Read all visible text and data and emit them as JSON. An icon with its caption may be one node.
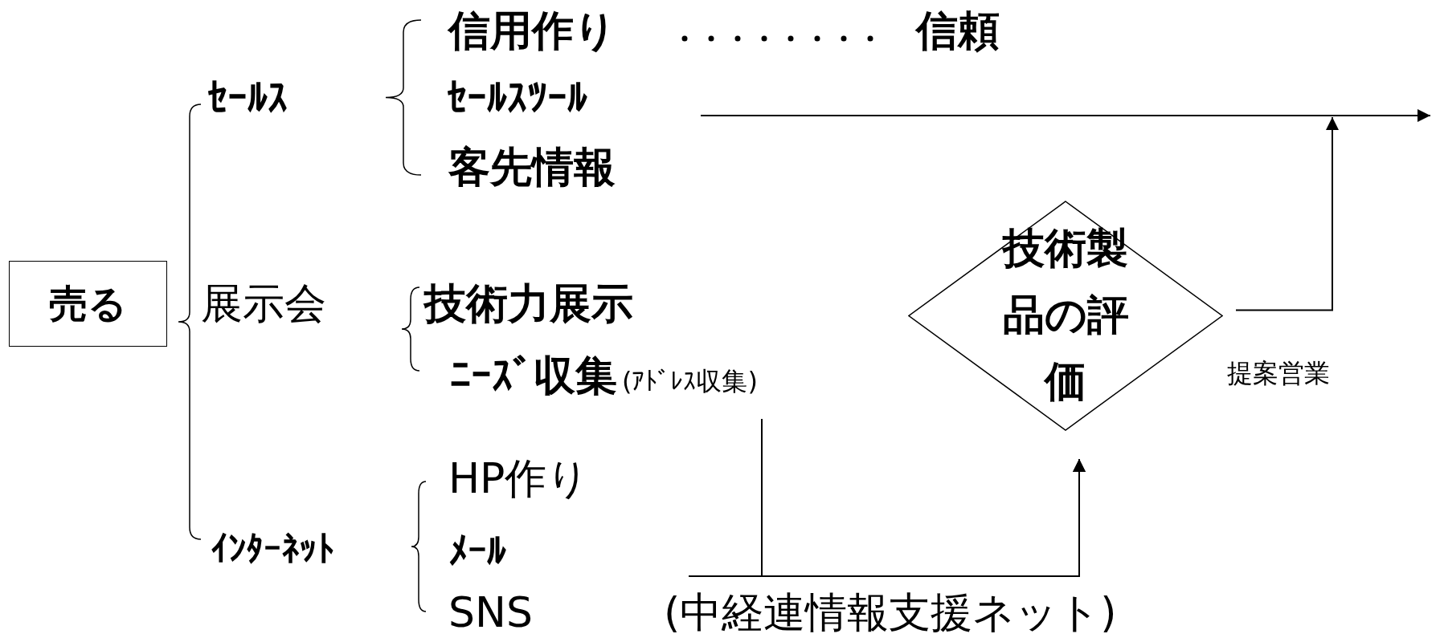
{
  "diagram": {
    "nodes": [
      {
        "text": [
          "売る"
        ]
      },
      {
        "text": [
          "ｾｰﾙｽ"
        ]
      },
      {
        "text": [
          "信用作り"
        ]
      },
      {
        "text": [
          "信頼"
        ]
      },
      {
        "text": [
          "ｾｰﾙｽﾂｰﾙ"
        ]
      },
      {
        "text": [
          "客先情報"
        ]
      },
      {
        "text": [
          "展示会"
        ]
      },
      {
        "text": [
          "技術力展示"
        ]
      },
      {
        "text": [
          "ﾆｰｽﾞ収集"
        ],
        "beside": [
          "(ｱﾄﾞﾚｽ収集)"
        ]
      },
      {
        "text": [
          "ｲﾝﾀｰﾈｯﾄ"
        ]
      },
      {
        "text": [
          "HP作り"
        ]
      },
      {
        "text": [
          "ﾒｰﾙ"
        ]
      },
      {
        "text": [
          "SNS"
        ]
      },
      {
        "text": [
          "(中経連情報支援ネット)"
        ]
      },
      {
        "text": [
          "技術製品の評価"
        ]
      }
    ],
    "edges": [
      {
        "from": 2,
        "to": 3,
        "arrow": "none",
        "style": "dashed"
      },
      {
        "from": 4,
        "to": null,
        "arrow": "to"
      },
      {
        "from": 8,
        "to": 14,
        "arrow": "to"
      },
      {
        "from": 13,
        "to": 14,
        "arrow": "to"
      },
      {
        "from": 14,
        "to": null,
        "arrow": "to",
        "label": "提案営業"
      }
    ]
  }
}
